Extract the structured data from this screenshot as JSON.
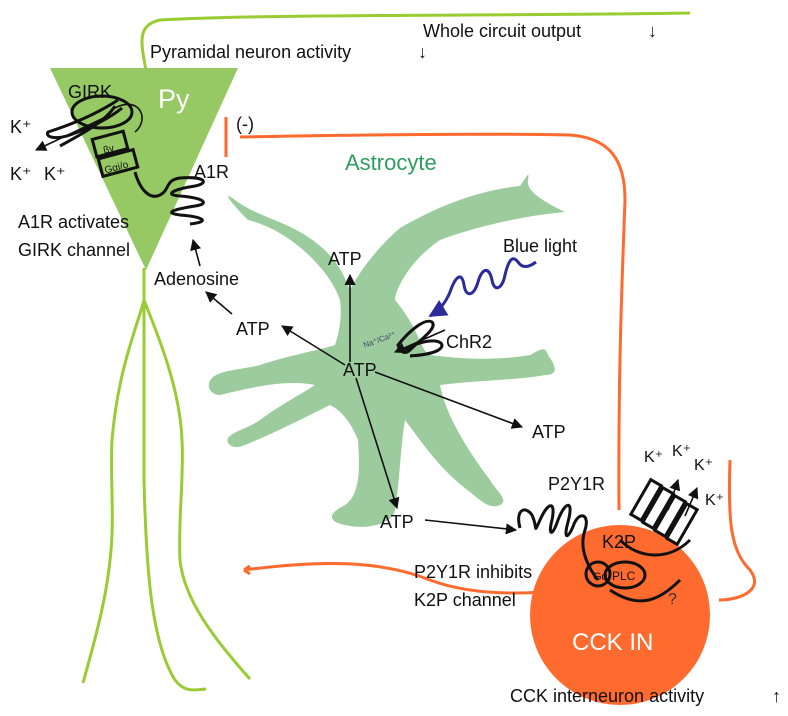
{
  "colors": {
    "pyramidal": "#96c864",
    "pyramidal_line": "#99cc33",
    "astrocyte": "#9ccc9e",
    "astrocyte_label": "#2e9e5e",
    "cck": "#ff6a2e",
    "cck_line": "#ff6a2e",
    "blue_light": "#2b2b9a",
    "text": "#111111"
  },
  "labels": {
    "whole_circuit_output": "Whole circuit output",
    "pyramidal_activity": "Pyramidal neuron activity",
    "py": "Py",
    "girk": "GIRK",
    "k_plus": "K⁺",
    "beta_gamma": "βγ",
    "g_alpha": "Gαi/o",
    "a1r": "A1R",
    "inhibition": "(-)",
    "astrocyte": "Astrocyte",
    "a1r_activates_1": "A1R activates",
    "a1r_activates_2": "GIRK channel",
    "adenosine": "Adenosine",
    "atp": "ATP",
    "blue_light": "Blue light",
    "chr2": "ChR2",
    "na_ca": "Na⁺/Ca²⁺",
    "p2y1r": "P2Y1R",
    "k2p": "K2P",
    "gq": "Gq",
    "plc": "PLC",
    "question": "?",
    "p2y1r_inhibits_1": "P2Y1R inhibits",
    "p2y1r_inhibits_2": "K2P channel",
    "cck_in": "CCK IN",
    "cck_activity": "CCK interneuron activity",
    "down_arrow": "↓",
    "up_arrow": "↑"
  }
}
